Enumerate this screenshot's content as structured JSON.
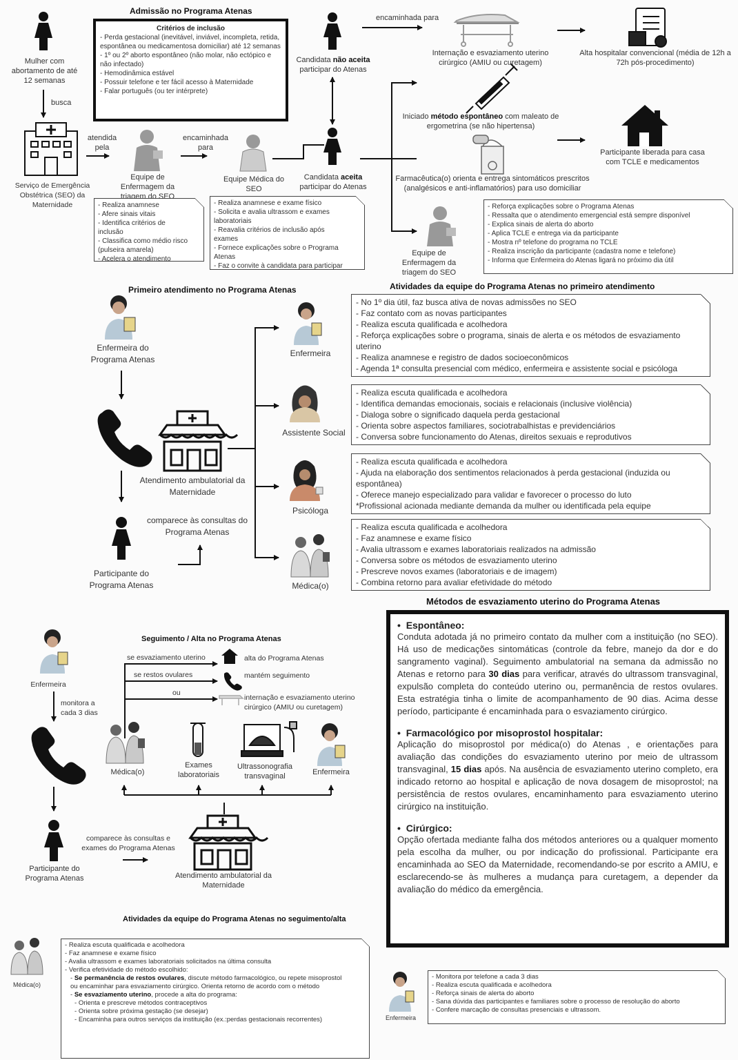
{
  "sec1": {
    "title": "Admissão no Programa Atenas",
    "criteria_title": "Critérios de inclusão",
    "criteria": [
      "Perda gestacional (inevitável, inviável, incompleta, retida, espontânea ou medicamentosa domiciliar) até 12 semanas",
      "1º ou 2º aborto espontâneo (não molar, não ectópico e não infectado)",
      "Hemodinâmica estável",
      "Possuir telefone e ter fácil acesso à Maternidade",
      "Falar português (ou ter intérprete)"
    ],
    "woman_label": "Mulher com abortamento de até 12 semanas",
    "busca": "busca",
    "seo_label": "Serviço de Emergência Obstétrica (SEO) da Maternidade",
    "atendida_pela": "atendida pela",
    "enc_para": "encaminhada para",
    "nurse_label": "Equipe de Enfermagem da triagem do SEO",
    "doctor_label": "Equipe Médica do SEO",
    "nao_aceita_pre": "Candidata ",
    "nao_aceita_bold": "não aceita",
    "nao_aceita_post": "participar do Atenas",
    "aceita_pre": "Candidata ",
    "aceita_bold": "aceita",
    "aceita_post": "participar do Atenas",
    "enc_para2": "encaminhada para",
    "hosp_label": "Internação e esvaziamento uterino cirúrgico (AMIU ou curetagem)",
    "alta_label": "Alta hospitalar convencional (média de 12h a 72h pós-procedimento)",
    "spont_pre": "Iniciado ",
    "spont_bold": "método espontâneo",
    "spont_post": " com maleato de ergometrina (se não hipertensa)",
    "pharm_label": "Farmacêutica(o) orienta e entrega sintomáticos prescritos (analgésicos e anti-inflamatórios) para uso domiciliar",
    "home_label": "Participante liberada para casa com TCLE e medicamentos",
    "nurse2_label": "Equipe de Enfermagem da triagem do SEO",
    "nurse_notes": [
      "Realiza anamnese",
      "Afere sinais vitais",
      "Identifica critérios de inclusão",
      "Classifica como médio risco (pulseira amarela)",
      "Acelera o atendimento"
    ],
    "doctor_notes": [
      "Realiza anamnese e exame físico",
      "Solicita e avalia ultrassom e exames laboratoriais",
      "Reavalia critérios de inclusão após exames",
      "Fornece explicações sobre o Programa Atenas",
      "Faz o convite à candidata para participar"
    ],
    "nurse2_notes": [
      "Reforça explicações sobre o Programa Atenas",
      "Ressalta que o atendimento emergencial está sempre disponível",
      "Explica sinais de alerta do aborto",
      "Aplica TCLE e entrega via da participante",
      "Mostra nº telefone do programa no TCLE",
      "Realiza inscrição da participante (cadastra nome e telefone)",
      "Informa que Enfermeira do Atenas ligará no próximo dia útil"
    ]
  },
  "sec2": {
    "title": "Primeiro atendimento no Programa Atenas",
    "nurse_label": "Enfermeira do Programa Atenas",
    "clinic_label": "Atendimento ambulatorial da Maternidade",
    "comparece": "comparece às consultas do Programa Atenas",
    "participant_label": "Participante do Programa Atenas",
    "roles": [
      "Enfermeira",
      "Assistente Social",
      "Psicóloga",
      "Médica(o)"
    ],
    "activities_title": "Atividades da equipe do Programa Atenas no primeiro atendimento",
    "nurse_acts": [
      "No 1º dia útil, faz busca ativa de novas admissões no SEO",
      "Faz contato com as novas participantes",
      "Realiza escuta qualificada e acolhedora",
      "Reforça explicações sobre o programa, sinais de alerta e os métodos de esvaziamento uterino",
      "Realiza anamnese e registro de dados socioeconômicos",
      "Agenda 1ª consulta presencial com médico, enfermeira e assistente social e psicóloga"
    ],
    "social_acts": [
      "Realiza escuta qualificada e acolhedora",
      "Identifica demandas emocionais, sociais e relacionais (inclusive violência)",
      "Dialoga sobre o significado daquela perda gestacional",
      "Orienta sobre aspectos familiares, sociotrabalhistas e previdenciários",
      "Conversa sobre funcionamento do Atenas, direitos sexuais e reprodutivos"
    ],
    "psy_acts": [
      "Realiza escuta qualificada e acolhedora",
      "Ajuda na elaboração dos sentimentos relacionados à perda gestacional (induzida ou espontânea)",
      "Oferece manejo especializado para validar e favorecer o processo do luto"
    ],
    "psy_footnote": "*Profissional acionada mediante demanda da mulher ou identificada pela equipe",
    "med_acts": [
      "Realiza escuta qualificada e acolhedora",
      "Faz anamnese e exame físico",
      "Avalia ultrassom e exames laboratoriais realizados na admissão",
      "Conversa sobre os métodos de esvaziamento uterino",
      "Prescreve novos exames (laboratoriais e de imagem)",
      "Combina retorno para avaliar efetividade do método"
    ]
  },
  "sec3": {
    "title": "Métodos de esvaziamento uterino do Programa Atenas",
    "m1_title": "Espontâneo:",
    "m1_a": "Conduta adotada já no primeiro contato da mulher com a instituição (no SEO). Há uso de medicações sintomáticas (controle da febre, manejo da dor e do sangramento vaginal). Seguimento ambulatorial na semana da admissão no Atenas e retorno para ",
    "m1_bold": "30 dias",
    "m1_b": " para verificar, através do ultrassom transvaginal, expulsão completa do conteúdo uterino ou, permanência de restos ovulares. Esta estratégia tinha o limite de acompanhamento de 90 dias. Acima desse período, participante é encaminhada para o esvaziamento cirúrgico.",
    "m2_title": "Farmacológico por misoprostol hospitalar:",
    "m2_a": "Aplicação do misoprostol por médica(o) do Atenas , e orientações para avaliação das condições do esvaziamento uterino por meio de ultrassom transvaginal, ",
    "m2_bold": "15 dias",
    "m2_b": " após. Na ausência de esvaziamento uterino completo, era indicado retorno ao hospital e aplicação de nova dosagem de misoprostol; na persistência de restos ovulares, encaminhamento para esvaziamento uterino cirúrgico na instituição.",
    "m3_title": "Cirúrgico:",
    "m3": "Opção ofertada mediante falha dos métodos anteriores ou a qualquer momento pela escolha da mulher, ou por indicação do profissional. Participante era encaminhada ao SEO da Maternidade, recomendando-se por escrito a AMIU, e esclarecendo-se às mulheres a mudança para curetagem, a depender da avaliação do médico da emergência."
  },
  "sec4": {
    "title": "Seguimento / Alta no Programa Atenas",
    "nurse_label": "Enfermeira",
    "monitora": "monitora a cada 3 dias",
    "participant_label": "Participante do Programa Atenas",
    "comparece": "comparece às consultas e exames do Programa Atenas",
    "clinic_label": "Atendimento ambulatorial da Maternidade",
    "cond1": "se esvaziamento uterino",
    "cond2": "se restos ovulares",
    "cond3": "ou",
    "out1": "alta do Programa Atenas",
    "out2": "mantém seguimento",
    "out3": "internação e esvaziamento uterino cirúrgico (AMIU ou curetagem)",
    "items": [
      "Médica(o)",
      "Exames laboratoriais",
      "Ultrassonografia transvaginal",
      "Enfermeira"
    ],
    "activities_title": "Atividades da equipe do Programa Atenas no seguimento/alta",
    "med_label": "Médica(o)",
    "med_acts": [
      "Realiza escuta qualificada e acolhedora",
      "Faz anamnese e exame físico",
      "Avalia ultrassom e exames laboratoriais solicitados na última consulta",
      "Verifica efetividade do método escolhido:"
    ],
    "med_sub1_bold": "Se permanência de restos ovulares",
    "med_sub1": ", discute método farmacológico, ou repete misoprostol",
    "med_sub1b": "ou encaminhar para esvaziamento cirúrgico. Orienta retorno de acordo com o método",
    "med_sub2_bold": "Se esvaziamento uterino",
    "med_sub2": ", procede a alta do programa:",
    "med_sub2_items": [
      "Orienta e prescreve métodos contraceptivos",
      "Orienta sobre próxima gestação (se desejar)",
      "Encaminha para outros serviços da instituição (ex.:perdas gestacionais recorrentes)"
    ],
    "nurse2_label": "Enfermeira",
    "nurse_acts": [
      "Monitora por telefone a cada 3 dias",
      "Realiza escuta qualificada e acolhedora",
      "Reforça sinais de alerta do aborto",
      "Sana dúvida das participantes e familiares sobre o processo de resolução do aborto",
      "Confere marcação de consultas presenciais e ultrassom."
    ]
  }
}
